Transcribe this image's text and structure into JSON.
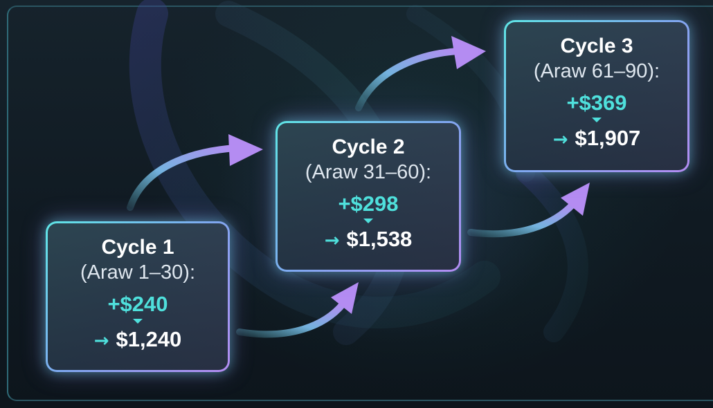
{
  "cycles": [
    {
      "title": "Cycle 1",
      "range": "(Araw 1–30):",
      "gain": "+$240",
      "arrow": "→",
      "total": "$1,240"
    },
    {
      "title": "Cycle 2",
      "range": "(Araw 31–60):",
      "gain": "+$298",
      "arrow": "→",
      "total": "$1,538"
    },
    {
      "title": "Cycle 3",
      "range": "(Araw 61–90):",
      "gain": "+$369",
      "arrow": "→",
      "total": "$1,907"
    }
  ],
  "colors": {
    "accent_cyan": "#4fe0dc",
    "accent_violet": "#b48cf2",
    "background": "#101820"
  }
}
